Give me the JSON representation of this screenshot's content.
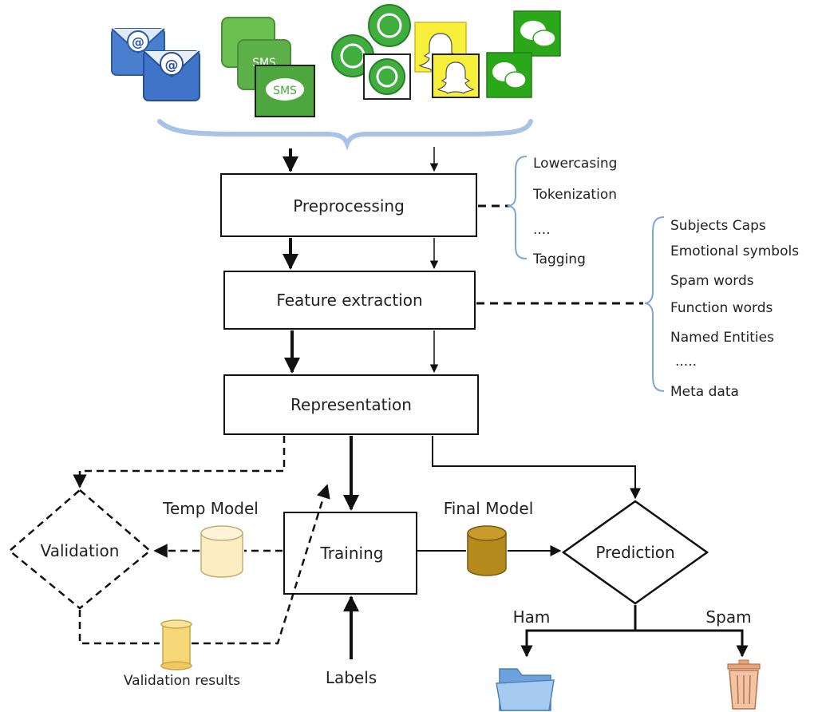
{
  "steps": {
    "preprocessing": "Preprocessing",
    "feature_extraction": "Feature extraction",
    "representation": "Representation",
    "training": "Training",
    "validation": "Validation",
    "prediction": "Prediction"
  },
  "models": {
    "temp": "Temp Model",
    "final": "Final Model",
    "temp_color": "#fbeec1",
    "final_color": "#b58a1c"
  },
  "labels": {
    "validation_results": "Validation results",
    "labels": "Labels",
    "ham": "Ham",
    "spam": "Spam"
  },
  "preprocessing_steps": [
    "Lowercasing",
    "Tokenization",
    "....",
    "Tagging"
  ],
  "features": [
    "Subjects Caps",
    "Emotional symbols",
    "Spam words",
    "Function words",
    "Named Entities",
    ".....",
    "Meta data"
  ],
  "sources": {
    "sms_badge": "SMS",
    "email_icon": "email-icon",
    "sms_icon": "sms-icon",
    "whatsapp_icon": "whatsapp-icon",
    "snapchat_icon": "snapchat-icon",
    "wechat_icon": "wechat-icon"
  },
  "colors": {
    "sms_green": "#5db04a",
    "whatsapp_green": "#3fae3f",
    "snapchat_yellow": "#f7ef3a",
    "wechat_green": "#2aa81a",
    "email_blue": "#3f74c9",
    "folder_blue": "#8ab8e8",
    "trash_orange": "#e8a57a"
  }
}
